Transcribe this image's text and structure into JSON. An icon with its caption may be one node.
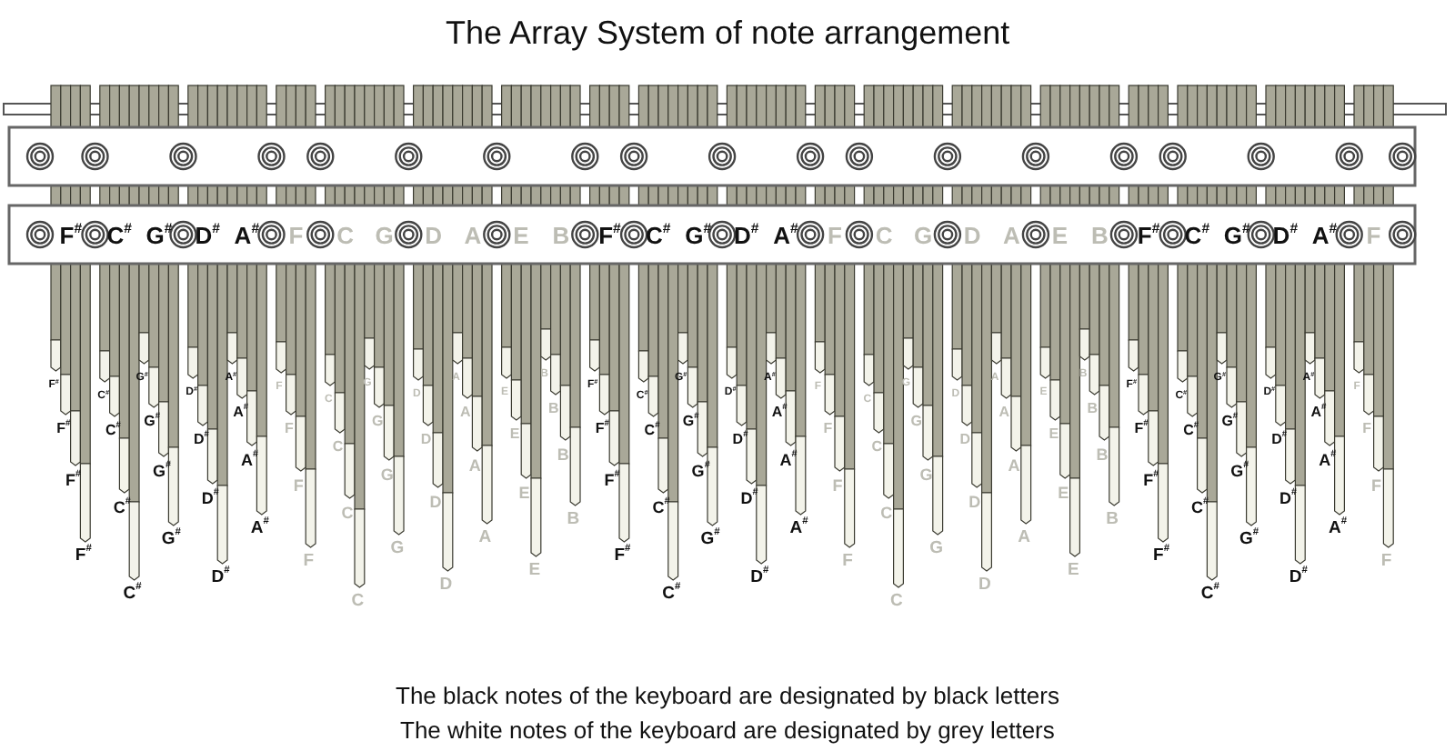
{
  "diagram": {
    "title": "The Array System of note arrangement",
    "labels": [
      "F$^{#}$",
      "C$^{#}$",
      "G$^{#}$",
      "D$^{#}$",
      "A$^{#}$",
      "F",
      "C",
      "G",
      "D",
      "A",
      "E",
      "B",
      "F$^{#}$",
      "C$^{#}$",
      "G$^{#}$",
      "D$^{#}$",
      "A$^{#}$",
      "F",
      "C",
      "G",
      "D",
      "A",
      "E",
      "B",
      "F$^{#}$",
      "C$^{#}$",
      "G$^{#}$",
      "D$^{#}$",
      "A$^{#}$",
      "F",
      "F$^{#}$",
      "F$^{#}$",
      "F$^{#}$",
      "F$^{#}$",
      "C$^{#}$",
      "C$^{#}$",
      "C$^{#}$",
      "C$^{#}$",
      "G$^{#}$",
      "G$^{#}$",
      "G$^{#}$",
      "G$^{#}$",
      "D$^{#}$",
      "D$^{#}$",
      "D$^{#}$",
      "D$^{#}$",
      "A$^{#}$",
      "A$^{#}$",
      "A$^{#}$",
      "A$^{#}$",
      "F",
      "F",
      "F",
      "F",
      "C",
      "C",
      "C",
      "C",
      "G",
      "G",
      "G",
      "G",
      "D",
      "D",
      "D",
      "D",
      "A",
      "A",
      "A",
      "A",
      "E",
      "E",
      "E",
      "E",
      "B",
      "B",
      "B",
      "B",
      "F$^{#}$",
      "F$^{#}$",
      "F$^{#}$",
      "F$^{#}$",
      "C$^{#}$",
      "C$^{#}$",
      "C$^{#}$",
      "C$^{#}$",
      "G$^{#}$",
      "G$^{#}$",
      "G$^{#}$",
      "G$^{#}$",
      "D$^{#}$",
      "D$^{#}$",
      "D$^{#}$",
      "D$^{#}$",
      "A$^{#}$",
      "A$^{#}$",
      "A$^{#}$",
      "A$^{#}$",
      "F",
      "F",
      "F",
      "F",
      "C",
      "C",
      "C",
      "C",
      "G",
      "G",
      "G",
      "G",
      "D",
      "D",
      "D",
      "D",
      "A",
      "A",
      "A",
      "A",
      "E",
      "E",
      "E",
      "E",
      "B",
      "B",
      "B",
      "B",
      "F$^{#}$",
      "F$^{#}$",
      "F$^{#}$",
      "F$^{#}$",
      "C$^{#}$",
      "C$^{#}$",
      "C$^{#}$",
      "C$^{#}$",
      "G$^{#}$",
      "G$^{#}$",
      "G$^{#}$",
      "G$^{#}$",
      "D$^{#}$",
      "D$^{#}$",
      "D$^{#}$",
      "D$^{#}$",
      "A$^{#}$",
      "A$^{#}$",
      "A$^{#}$",
      "A$^{#}$",
      "F",
      "F",
      "F",
      "F",
      "The black notes of the keyboard are designated by black letters",
      "The white notes of the keyboard are designated by grey letters"
    ]
  }
}
